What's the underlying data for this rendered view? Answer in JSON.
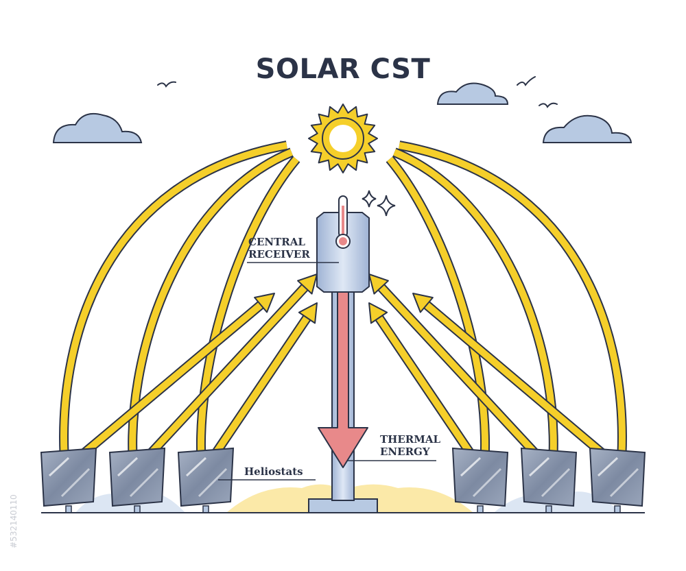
{
  "title": "SOLAR CST",
  "labels": {
    "central_receiver_1": "CENTRAL",
    "central_receiver_2": "RECEIVER",
    "thermal_1": "THERMAL",
    "thermal_2": "ENERGY",
    "heliostats": "Heliostats"
  },
  "watermark": {
    "stock_id": "#532140110"
  },
  "colors": {
    "ray_fill": "#f5cf2a",
    "outline": "#2b3347",
    "sky_cloud": "#b7c9e2",
    "panel": "#8d99ae",
    "thermal_arrow": "#e8898a",
    "sun": "#f5cf2a"
  },
  "icons": {
    "sun": "sun-icon",
    "thermometer": "thermometer-icon",
    "sparkle": "sparkle-icon",
    "bird": "bird-icon",
    "cloud": "cloud-icon"
  }
}
